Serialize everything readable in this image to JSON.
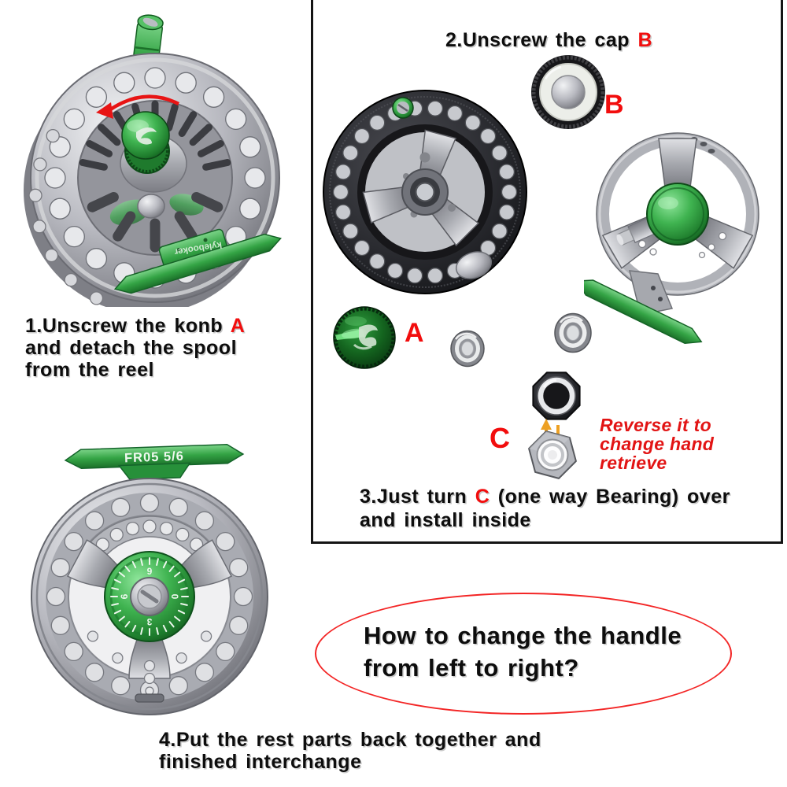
{
  "steps": {
    "step1": {
      "pre": "1.Unscrew the konb ",
      "part": "A",
      "line2": "and detach the spool",
      "line3": "from the reel"
    },
    "step2": {
      "pre": "2.Unscrew the cap ",
      "part": "B"
    },
    "step3": {
      "pre": "3.Just turn ",
      "part": "C",
      "post": " (one way Bearing) over",
      "line2": "and install inside"
    },
    "step4": {
      "line1": "4.Put the rest parts back together and",
      "line2": "finished interchange"
    }
  },
  "labels": {
    "a": "A",
    "b": "B",
    "c": "C"
  },
  "note": {
    "line1": "Reverse it to",
    "line2": "change hand",
    "line3": "retrieve"
  },
  "question": {
    "line1": "How to change the handle",
    "line2": "from left to right?"
  },
  "parts": {
    "foot_model": "FR05 5/6",
    "brand": "kylebooker",
    "dial_numbers": [
      "0",
      "3",
      "6",
      "9"
    ]
  },
  "colors": {
    "accent_red": "#f20d0d",
    "brand_green": "#2f9e3f",
    "text_black": "#0d0d0d"
  }
}
